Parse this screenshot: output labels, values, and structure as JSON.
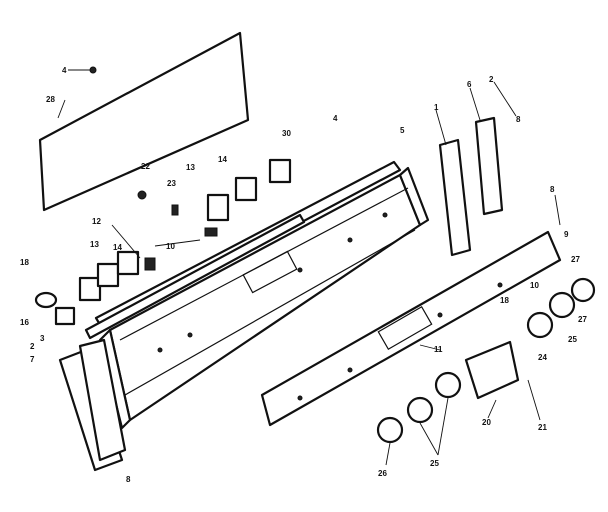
{
  "callouts": {
    "c1": "1",
    "c2": "2",
    "c3": "3",
    "c4": "4",
    "c5": "5",
    "c6": "6",
    "c7": "7",
    "c8": "8",
    "c9": "9",
    "c10": "10",
    "c11": "11",
    "c12": "12",
    "c13": "13",
    "c14": "14",
    "c16": "16",
    "c18": "18",
    "c20": "20",
    "c21": "21",
    "c22": "22",
    "c23": "23",
    "c24": "24",
    "c25": "25",
    "c26": "26",
    "c27": "27",
    "c28": "28",
    "c30": "30"
  }
}
